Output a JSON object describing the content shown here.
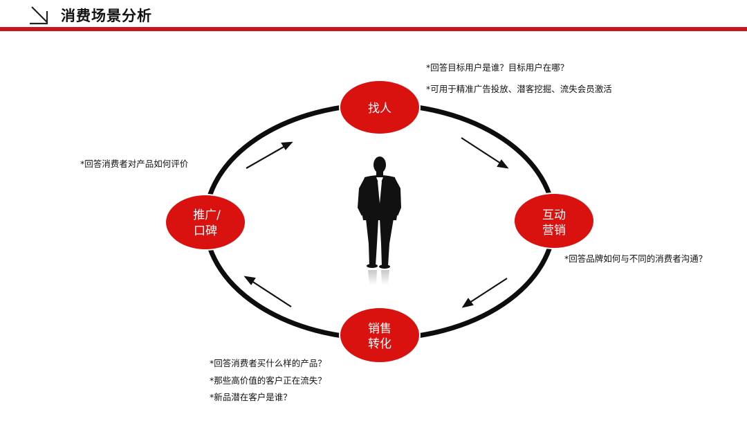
{
  "header": {
    "title": "消费场景分析"
  },
  "colors": {
    "accent": "#c8161d",
    "node_fill": "#d9110f",
    "ring": "#0d0d0d"
  },
  "nodes": {
    "find": {
      "line1": "找人"
    },
    "interact": {
      "line1": "互动",
      "line2": "营销"
    },
    "convert": {
      "line1": "销售",
      "line2": "转化"
    },
    "promote": {
      "line1": "推广/",
      "line2": "口碑"
    }
  },
  "notes": {
    "find": [
      "*回答目标用户是谁？目标用户在哪？",
      "*可用于精准广告投放、潜客挖掘、流失会员激活"
    ],
    "promote": [
      "*回答消费者对产品如何评价"
    ],
    "interact": [
      "*回答品牌如何与不同的消费者沟通？"
    ],
    "convert": [
      "*回答消费者买什么样的产品？",
      "*那些高价值的客户正在流失？",
      "*新品潜在客户是谁？"
    ]
  },
  "icons": {
    "header": "corner-arrow-icon",
    "center": "businessman-silhouette-icon"
  }
}
